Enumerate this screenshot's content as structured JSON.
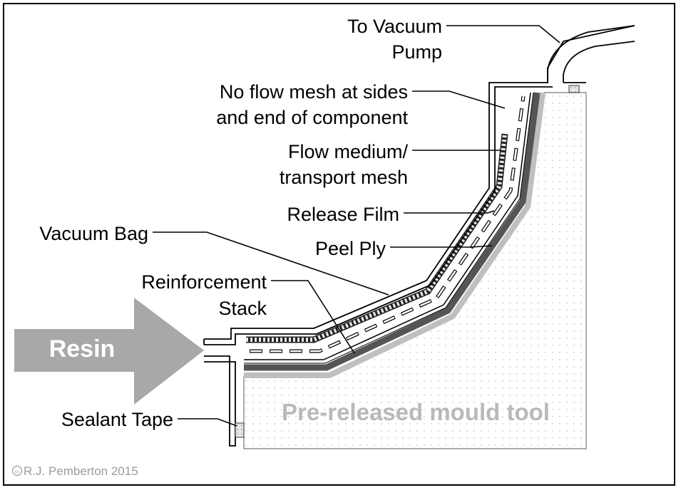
{
  "labels": {
    "to_vacuum_pump": [
      "To Vacuum",
      "Pump"
    ],
    "no_flow_mesh": [
      "No flow mesh at sides",
      "and end of component"
    ],
    "flow_medium": [
      "Flow medium/",
      "transport mesh"
    ],
    "release_film": "Release Film",
    "vacuum_bag": "Vacuum Bag",
    "peel_ply": "Peel Ply",
    "reinforcement_stack": [
      "Reinforcement",
      "Stack"
    ],
    "sealant_tape": "Sealant Tape"
  },
  "resin_arrow": "Resin",
  "mould_tool": "Pre-released mould tool",
  "copyright": "R.J. Pemberton 2015",
  "colors": {
    "resin_arrow": "#a8a8a8",
    "mould_text": "#b9b9b9",
    "reinforcement_dark": "#555555",
    "peel_ply_grey": "#bfbfbf",
    "tool_dots": "#c4c4c4"
  }
}
